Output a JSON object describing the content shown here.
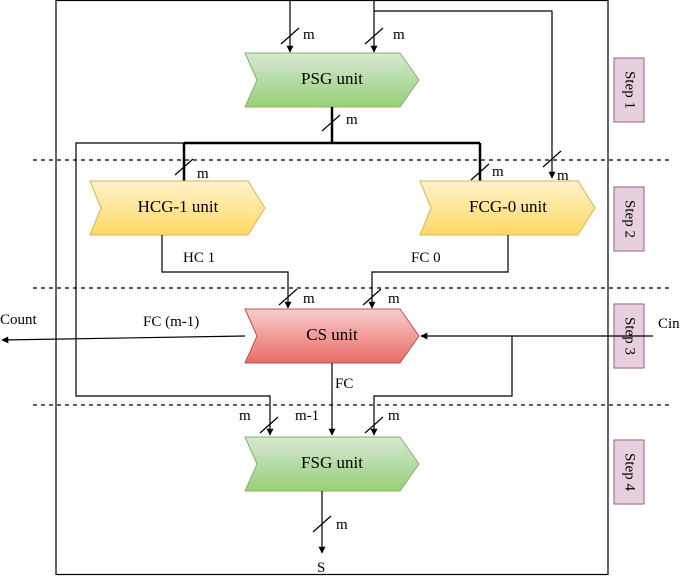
{
  "units": {
    "psg": "PSG unit",
    "hcg": "HCG-1 unit",
    "fcg": "FCG-0 unit",
    "cs": "CS unit",
    "fsg": "FSG unit"
  },
  "steps": [
    "Step 1",
    "Step 2",
    "Step 3",
    "Step 4"
  ],
  "bus_labels": {
    "in_a": "m",
    "in_b": "m",
    "psg_out": "m",
    "hcg_in": "m",
    "fcg_in_a": "m",
    "fcg_in_b": "m",
    "cs_in_a": "m",
    "cs_in_b": "m",
    "fsg_in_a": "m",
    "fsg_in_b": "m-1",
    "fsg_in_c": "m",
    "fsg_out": "m"
  },
  "signals": {
    "hc1": "HC 1",
    "fc0": "FC 0",
    "fc_m1": "FC (m-1)",
    "fc": "FC",
    "count": "Count",
    "cin": "Cin",
    "s": "S"
  },
  "colors": {
    "green_top": "#d5e8d4",
    "green_bottom": "#97d077",
    "yellow_top": "#fff2cc",
    "yellow_bottom": "#ffd966",
    "red_top": "#f8cecc",
    "red_bottom": "#ea6b66",
    "step_fill": "#e6d0de",
    "step_stroke": "#996185"
  }
}
